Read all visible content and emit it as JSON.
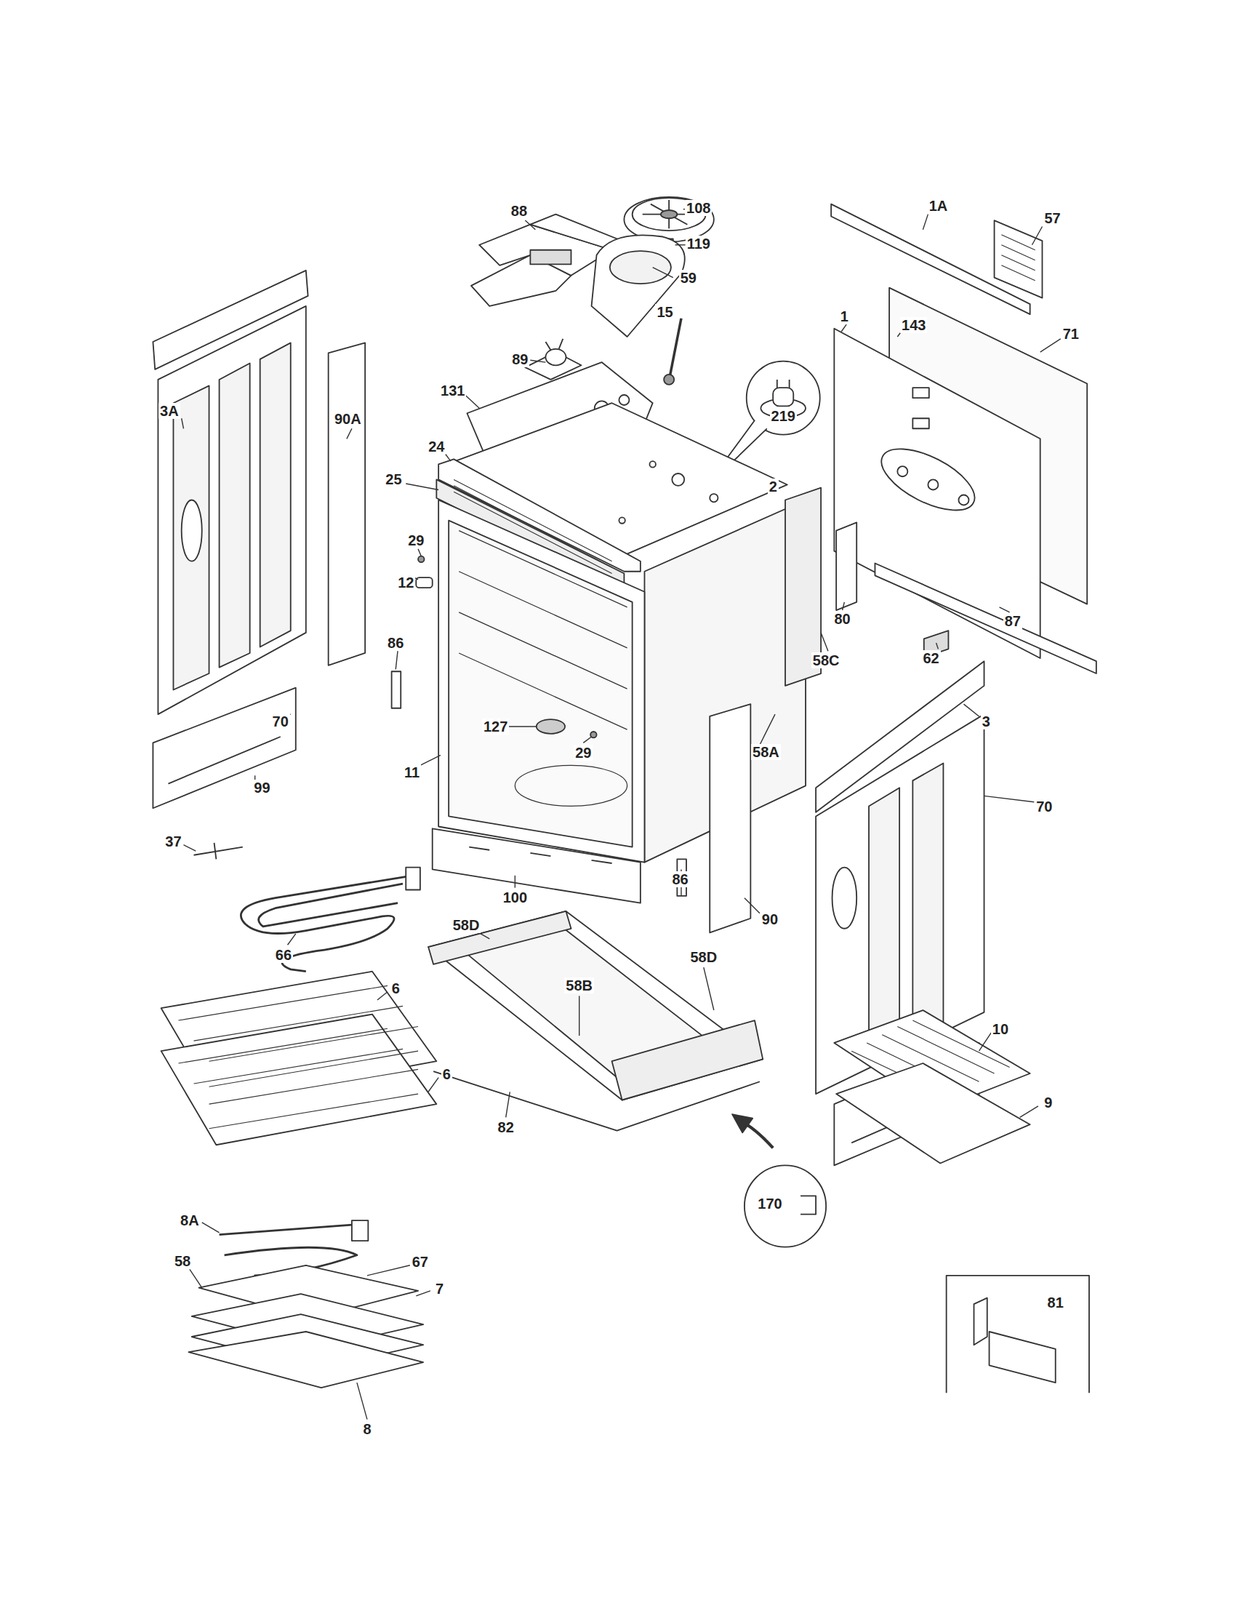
{
  "diagram": {
    "labels": [
      "108",
      "88",
      "1A",
      "57",
      "119",
      "59",
      "15",
      "143",
      "71",
      "1",
      "89",
      "131",
      "219",
      "3A",
      "90A",
      "24",
      "2",
      "25",
      "29",
      "12",
      "86",
      "80",
      "58C",
      "62",
      "87",
      "3",
      "127",
      "29",
      "11",
      "58A",
      "70",
      "99",
      "70",
      "37",
      "86",
      "90",
      "100",
      "66",
      "58D",
      "58D",
      "58B",
      "6",
      "6",
      "10",
      "9",
      "82",
      "170",
      "81",
      "8A",
      "58",
      "67",
      "7",
      "8"
    ]
  }
}
